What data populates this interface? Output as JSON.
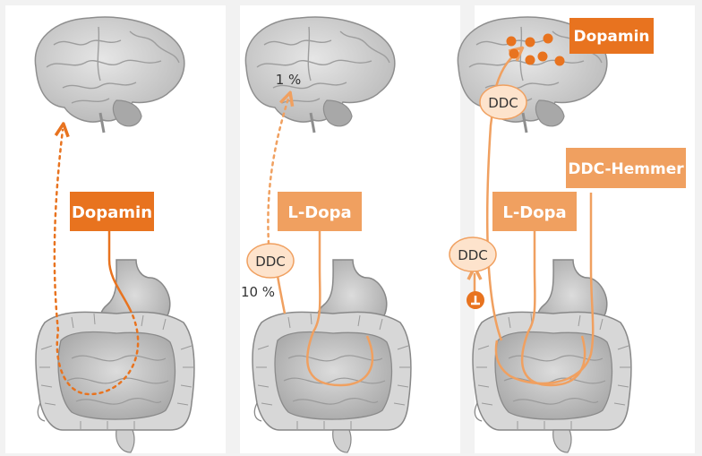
{
  "panels": [
    {
      "id": "dopamine",
      "box_label": "Dopamin",
      "box_color": "#e8731f",
      "line_color": "#e8731f"
    },
    {
      "id": "ldopa",
      "box_label": "L-Dopa",
      "box_color": "#f0a060",
      "line_color": "#f0a060",
      "enzyme_label": "DDC",
      "percent_gut": "10 %",
      "percent_brain": "1 %"
    },
    {
      "id": "ldopa-inhibitor",
      "box_label": "L-Dopa",
      "box_color": "#f0a060",
      "line_color": "#f0a060",
      "enzyme_label_gut": "DDC",
      "enzyme_label_brain": "DDC",
      "inhibitor_label": "DDC-Hemmer",
      "brain_product_label": "Dopamin",
      "brain_product_color": "#e8731f"
    }
  ],
  "colors": {
    "background": "#f2f2f2",
    "panel": "#ffffff",
    "organ_fill": "#c7c7c7",
    "organ_stroke": "#9a9a9a",
    "enzyme_fill": "#fde3cc",
    "enzyme_stroke": "#f0a060",
    "dark_orange": "#e8731f",
    "light_orange": "#f0a060"
  }
}
